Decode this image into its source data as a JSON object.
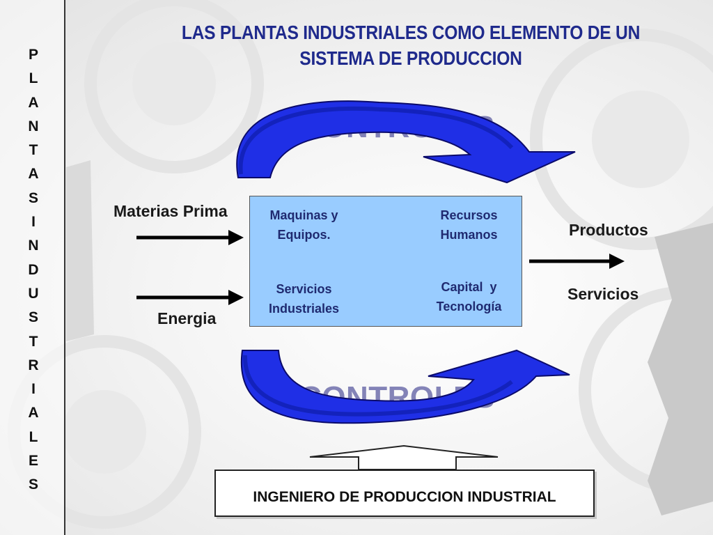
{
  "vertical_title": [
    "P",
    "L",
    "A",
    "N",
    "T",
    "A",
    "S",
    "I",
    "N",
    "D",
    "U",
    "S",
    "T",
    "R",
    "I",
    "A",
    "L",
    "E",
    "S"
  ],
  "title": {
    "line1": "LAS PLANTAS INDUSTRIALES COMO ELEMENTO DE UN",
    "line2": "SISTEMA DE PRODUCCION"
  },
  "inputs": {
    "materias": "Materias Prima",
    "energia": "Energia"
  },
  "outputs": {
    "productos": "Productos",
    "servicios": "Servicios"
  },
  "box": {
    "maquinas": [
      "Maquinas y",
      "Equipos."
    ],
    "recursos": [
      "Recursos",
      "Humanos"
    ],
    "servicios_ind": [
      "Servicios",
      "Industriales"
    ],
    "capital": [
      "Capital  y",
      "Tecnología"
    ]
  },
  "controles_top": "CONTROLES",
  "controles_bottom": "CONTROLES",
  "engineer": "INGENIERO DE PRODUCCION INDUSTRIAL",
  "colors": {
    "title": "#1f2a8c",
    "box_fill": "#99ccff",
    "arrow_blue": "#1f2fe6",
    "arrow_dark": "#0a0a6a"
  }
}
